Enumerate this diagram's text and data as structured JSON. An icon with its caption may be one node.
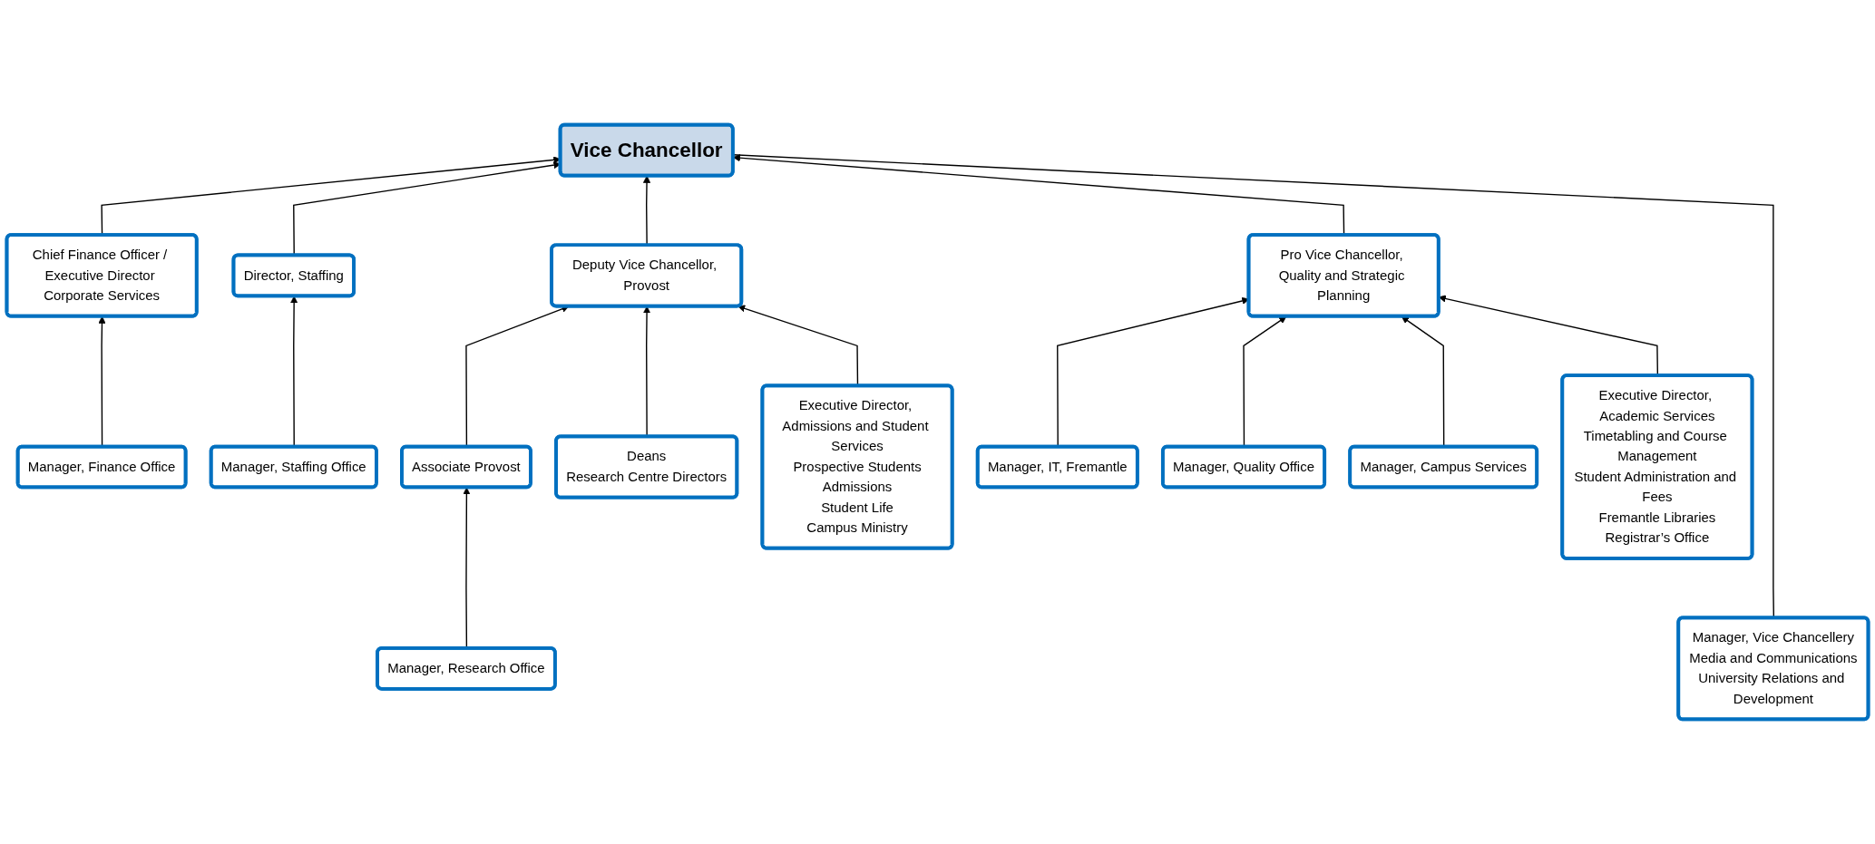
{
  "diagram": {
    "nodes": [
      {
        "text": [
          "Vice Chancellor"
        ]
      },
      {
        "text": [
          "Chief Finance Officer / Executive Director Corporate Services"
        ]
      },
      {
        "text": [
          "Deputy Vice Chancellor, Provost"
        ]
      },
      {
        "text": [
          "Pro Vice Chancellor, Quality and Strategic Planning"
        ]
      },
      {
        "text": [
          "Associate Provost"
        ]
      },
      {
        "text": [
          "Director, Staffing"
        ]
      },
      {
        "text": [
          "Deans",
          "Research Centre Directors"
        ]
      },
      {
        "text": [
          "Executive Director, Admissions and Student Services",
          "Prospective Students",
          "Admissions",
          "Student Life",
          "Campus Ministry"
        ]
      },
      {
        "text": [
          "Executive Director, Academic Services",
          "Timetabling and Course Management",
          "Student Administration and Fees",
          "Fremantle Libraries",
          "Registrar’s Office"
        ]
      },
      {
        "text": [
          "Manager, Finance Office"
        ]
      },
      {
        "text": [
          "Manager, Staffing Office"
        ]
      },
      {
        "text": [
          "Manager, Research Office"
        ]
      },
      {
        "text": [
          "Manager, IT, Fremantle"
        ]
      },
      {
        "text": [
          "Manager, Quality Office"
        ]
      },
      {
        "text": [
          "Manager, Campus Services"
        ]
      },
      {
        "text": [
          "Manager, Vice Chancellery",
          "Media and Communications",
          "University Relations and Development"
        ]
      }
    ],
    "edges": [
      {
        "from": 1,
        "to": 0,
        "arrow": "to"
      },
      {
        "from": 5,
        "to": 0,
        "arrow": "to"
      },
      {
        "from": 2,
        "to": 0,
        "arrow": "to"
      },
      {
        "from": 3,
        "to": 0,
        "arrow": "to"
      },
      {
        "from": 4,
        "to": 2,
        "arrow": "to"
      },
      {
        "from": 6,
        "to": 2,
        "arrow": "to"
      },
      {
        "from": 7,
        "to": 2,
        "arrow": "to"
      },
      {
        "from": 9,
        "to": 1,
        "arrow": "to"
      },
      {
        "from": 10,
        "to": 5,
        "arrow": "to"
      },
      {
        "from": 11,
        "to": 4,
        "arrow": "to"
      },
      {
        "from": 12,
        "to": 3,
        "arrow": "to"
      },
      {
        "from": 13,
        "to": 3,
        "arrow": "to"
      },
      {
        "from": 14,
        "to": 3,
        "arrow": "to"
      },
      {
        "from": 8,
        "to": 3,
        "arrow": "to"
      },
      {
        "from": 15,
        "to": 0,
        "arrow": "none"
      }
    ]
  }
}
